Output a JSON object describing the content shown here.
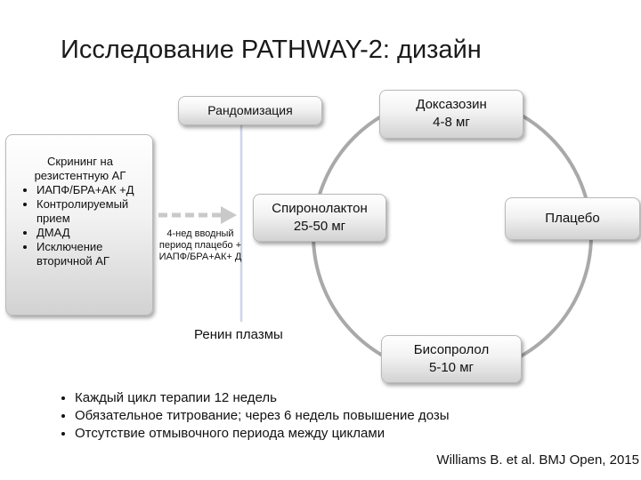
{
  "title": "Исследование PATHWAY-2: дизайн",
  "screening": {
    "title": "Скрининг на резистентную АГ",
    "items": [
      "ИАПФ/БРА+АК +Д",
      "Контролируемый прием",
      "ДМАД",
      "Исключение вторичной АГ"
    ]
  },
  "randomization": "Рандомизация",
  "run_in": "4-нед вводный период плацебо + ИАПФ/БРА+АК+ Д",
  "renin": "Ренин плазмы",
  "arms": {
    "doxazosin": {
      "name": "Доксазозин",
      "dose": "4-8 мг"
    },
    "spironolactone": {
      "name": "Спиронолактон",
      "dose": "25-50 мг"
    },
    "placebo": {
      "name": "Плацебо"
    },
    "bisoprolol": {
      "name": "Бисопролол",
      "dose": "5-10 мг"
    }
  },
  "notes": [
    "Каждый цикл терапии 12 недель",
    "Обязательное титрование; через 6 недель повышение дозы",
    "Отсутствие отмывочного периода между циклами"
  ],
  "citation": "Williams B. et al. BMJ Open, 2015",
  "colors": {
    "arrow": "#c9c9c9",
    "circle": "#a9a9a9"
  }
}
